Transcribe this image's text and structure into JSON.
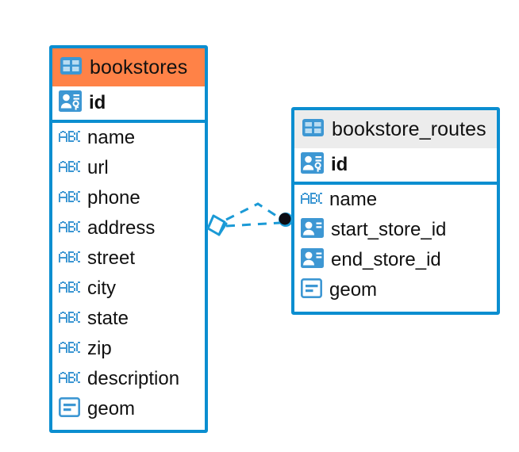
{
  "diagram": {
    "type": "entity-relationship-diagram",
    "colors": {
      "border_blue": "#0b8ed0",
      "header_orange": "#ff8247",
      "header_grey": "#ececec",
      "icon_blue": "#3d97d3",
      "icon_blue_dark": "#0b8ed0",
      "text": "#111111",
      "endpoint_dark": "#0d0d14"
    },
    "tables": [
      {
        "name": "bookstores",
        "header_style": "accent-orange",
        "header_icon": "table-icon",
        "fields": [
          {
            "label": "id",
            "icon": "primary-key-icon",
            "kind": "pk"
          },
          {
            "label": "name",
            "icon": "abc-text-icon",
            "kind": "text"
          },
          {
            "label": "url",
            "icon": "abc-text-icon",
            "kind": "text"
          },
          {
            "label": "phone",
            "icon": "abc-text-icon",
            "kind": "text"
          },
          {
            "label": "address",
            "icon": "abc-text-icon",
            "kind": "text"
          },
          {
            "label": "street",
            "icon": "abc-text-icon",
            "kind": "text"
          },
          {
            "label": "city",
            "icon": "abc-text-icon",
            "kind": "text"
          },
          {
            "label": "state",
            "icon": "abc-text-icon",
            "kind": "text"
          },
          {
            "label": "zip",
            "icon": "abc-text-icon",
            "kind": "text"
          },
          {
            "label": "description",
            "icon": "abc-text-icon",
            "kind": "text"
          },
          {
            "label": "geom",
            "icon": "geometry-icon",
            "kind": "geometry"
          }
        ]
      },
      {
        "name": "bookstore_routes",
        "header_style": "accent-grey",
        "header_icon": "table-icon",
        "fields": [
          {
            "label": "id",
            "icon": "primary-key-icon",
            "kind": "pk"
          },
          {
            "label": "name",
            "icon": "abc-text-icon",
            "kind": "text"
          },
          {
            "label": "start_store_id",
            "icon": "foreign-key-icon",
            "kind": "fk"
          },
          {
            "label": "end_store_id",
            "icon": "foreign-key-icon",
            "kind": "fk"
          },
          {
            "label": "geom",
            "icon": "geometry-icon",
            "kind": "geometry"
          }
        ]
      }
    ],
    "relationship": {
      "source_table": "bookstores",
      "target_table": "bookstore_routes",
      "source_endpoint": "diamond-handle",
      "target_endpoint": "filled-circle-endpoint",
      "line_style": "dashed"
    }
  }
}
